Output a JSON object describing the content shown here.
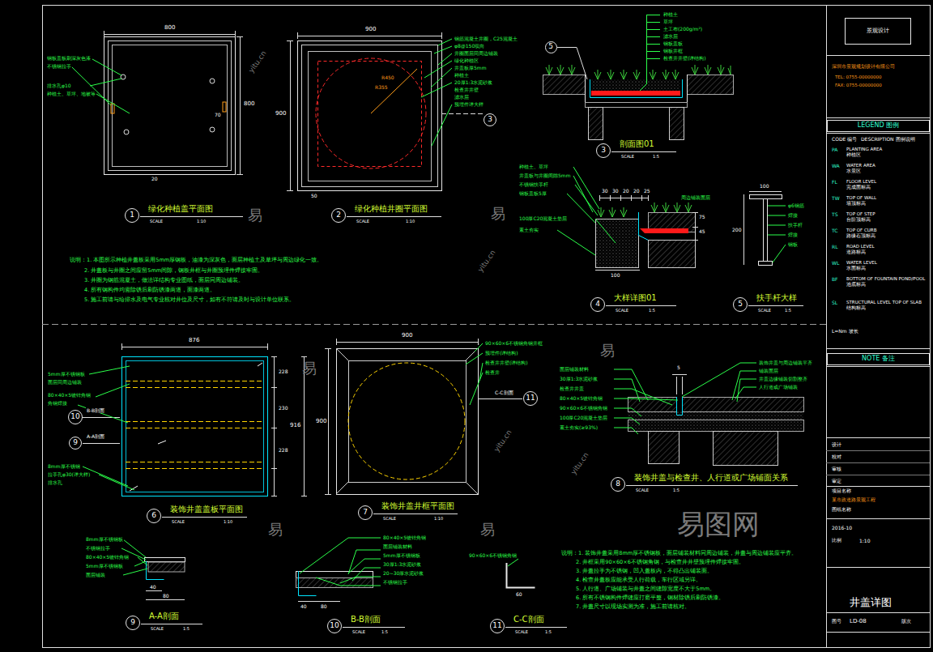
{
  "diagram": {
    "nodes": [
      {
        "text": [
          "1"
        ]
      },
      {
        "text": [
          "2"
        ]
      },
      {
        "text": [
          "3"
        ]
      },
      {
        "text": [
          "4"
        ]
      },
      {
        "text": [
          "5"
        ]
      },
      {
        "text": [
          "6"
        ]
      },
      {
        "text": [
          "7"
        ]
      },
      {
        "text": [
          "8"
        ]
      },
      {
        "text": [
          "9"
        ]
      },
      {
        "text": [
          "10"
        ]
      },
      {
        "text": [
          "11"
        ]
      },
      {
        "text": [
          "5"
        ]
      },
      {
        "text": [
          "3"
        ]
      },
      {
        "text": [
          "10"
        ]
      },
      {
        "text": [
          "9"
        ]
      },
      {
        "text": [
          "11"
        ]
      },
      {
        "text": [
          "LEGEND 图例"
        ]
      },
      {
        "text": [
          "NOTE 备注"
        ]
      },
      {
        "text": [
          "景观设计"
        ]
      }
    ],
    "labels": [
      "800",
      "800",
      "20",
      "70",
      "钢板盖板刷深灰色漆",
      "不锈钢拉手",
      "排水孔φ10",
      "种植土、草坪、地被等",
      "绿化种植盖平面图",
      "SCALE",
      "1:10",
      "900",
      "900",
      "50",
      "R450",
      "R355",
      "钢筋混凝土井圈，C25混凝土",
      "φ8@150双向",
      "井圈面层同周边铺装",
      "绿化种植区",
      "井盖板厚5mm",
      "种植土",
      "20厚1:3水泥砂浆",
      "检查井井壁",
      "滤水层",
      "预埋件详大样",
      "绿化种植井圈平面图",
      "SCALE",
      "1:10",
      "种植土",
      "草坪",
      "土工布(200g/m²)",
      "滤水层",
      "钢板盖板",
      "钢板井框",
      "检查井井壁(详结构)",
      "剖面图01",
      "SCALE",
      "1:5",
      "种植土、草坪",
      "井盖板与井圈间隙5mm",
      "不锈钢扶手杆",
      "钢板盖板5厚",
      "100厚C20混凝土垫层",
      "素土夯实",
      "30",
      "30",
      "20",
      "20",
      "25",
      "75",
      "45",
      "100",
      "周边铺装面层",
      "大样详图01",
      "SCALE",
      "1:5",
      "100",
      "200",
      "φ6钢筋",
      "焊接",
      "扶手杆",
      "焊接",
      "钢板",
      "扶手杆大样",
      "SCALE",
      "1:5",
      "说明：1. 本图所示种植井盖板采用5mm厚钢板，油漆为深灰色，面层种植土及草坪与周边绿化一致。",
      "2. 井盖板与井圈之间应留5mm间隙，钢板井框与井圈预埋件焊接牢固。",
      "3. 井圈为钢筋混凝土，做法详结构专业图纸，面层同周边铺装。",
      "4. 所有钢构件均需除锈后刷防锈漆两道，面漆两道。",
      "5. 施工前请与给排水及电气专业核对井位及尺寸，如有不符请及时与设计单位联系。",
      "深圳市景观规划设计有限公司",
      "TEL: 0755-00000000",
      "FAX: 0755-00000000",
      "CODE 编号",
      "DESCRIPTION 图例说明",
      "PA",
      "PLANTING AREA",
      "种植区",
      "WA",
      "WATER AREA",
      "水景区",
      "FL",
      "FLOOR LEVEL",
      "完成面标高",
      "TW",
      "TOP OF WALL",
      "墙顶标高",
      "TS",
      "TOP OF STEP",
      "台阶顶标高",
      "TC",
      "TOP OF CURB",
      "路缘石顶标高",
      "RL",
      "ROAD LEVEL",
      "道路标高",
      "WL",
      "WATER LEVEL",
      "水面标高",
      "BF",
      "BOTTOM OF FOUNTAIN POND/POOL",
      "池底标高",
      "SL",
      "STRUCTURAL LEVEL TOP OF SLAB",
      "结构标高",
      "L=Nm 坡长",
      "设计",
      "校对",
      "审核",
      "审定",
      "项目名称",
      "某市政道路景观工程",
      "图纸名称",
      "2016-10",
      "比例",
      "1:10",
      "井盖详图",
      "图号",
      "LD-08",
      "版次",
      "876",
      "916",
      "228",
      "230",
      "228",
      "5mm厚不锈钢板",
      "面层同周边铺装",
      "80×40×5镀锌角钢",
      "角钢焊接",
      "8mm厚不锈钢",
      "拉手孔φ30(详大样)",
      "排水孔",
      "B-B剖面",
      "A-A剖面",
      "装饰井盖盖板平面图",
      "SCALE",
      "1:10",
      "900",
      "900",
      "90×60×6不锈钢角钢井框",
      "预埋件(详结构)",
      "检查井井壁(详结构)",
      "检查井",
      "C-C剖面",
      "装饰井盖井框平面图",
      "SCALE",
      "1:10",
      "面层铺装材料",
      "30厚1:3水泥砂浆",
      "检查井井盖",
      "80×40×5镀锌角钢",
      "90×60×6不锈钢角钢",
      "100厚C20混凝土垫层",
      "素土夯实(≥93%)",
      "5",
      "装饰井盖与周边铺装平齐",
      "铺装面层",
      "井盖边缘铺装切割整齐",
      "人行道或广场铺装",
      "装饰井盖与检查井、人行道或广场铺面关系",
      "SCALE",
      "1:5",
      "8mm厚不锈钢板",
      "不锈钢拉手",
      "80×40×5镀锌角钢",
      "5mm厚不锈钢板",
      "面层铺装",
      "40",
      "80",
      "A-A剖面",
      "SCALE",
      "1:5",
      "80×40×5镀锌角钢",
      "面层铺装材料",
      "5mm厚不锈钢板",
      "30厚1:3水泥砂浆",
      "20~30厚水泥砂浆",
      "不锈钢拉手",
      "40",
      "80",
      "B-B剖面",
      "SCALE",
      "1:5",
      "90×60×6不锈钢角钢",
      "60",
      "C-C剖面",
      "SCALE",
      "1:5",
      "说明：1. 装饰井盖采用8mm厚不锈钢板，面层铺装材料同周边铺装，井盖与周边铺装应平齐。",
      "2. 井框采用90×60×6不锈钢角钢，与检查井井壁预埋件焊接牢固。",
      "3. 井盖拉手为不锈钢，凹入盖板内，不得凸出铺装面。",
      "4. 检查井盖板应能承受人行荷载，车行区域另详。",
      "5. 人行道、广场铺装与井盖之间缝隙宽度不大于5mm。",
      "6. 所有不锈钢构件焊缝应打磨平整，钢材除锈后刷防锈漆。",
      "7. 井盖尺寸以现场实测为准，施工前请核对。",
      "易",
      "易",
      "易",
      "易",
      "易",
      "易",
      "yitu.cn",
      "yitu.cn",
      "yitu.cn",
      "yitu.cn",
      "易图网"
    ]
  }
}
